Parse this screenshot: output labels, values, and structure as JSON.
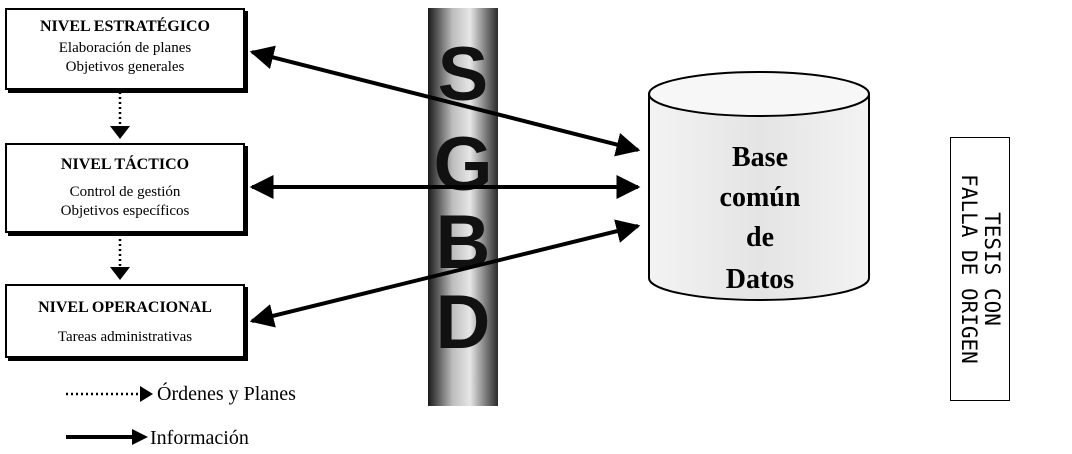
{
  "boxes": {
    "strategic": {
      "title": "NIVEL ESTRATÉGICO",
      "lines": [
        "Elaboración de planes",
        "Objetivos generales"
      ]
    },
    "tactical": {
      "title": "NIVEL TÁCTICO",
      "lines": [
        "Control de gestión",
        "Objetivos específicos"
      ]
    },
    "operational": {
      "title": "NIVEL OPERACIONAL",
      "lines": [
        "Tareas administrativas"
      ]
    }
  },
  "sgbd": {
    "letters": [
      "S",
      "G",
      "B",
      "D"
    ]
  },
  "database": {
    "lines": [
      "Base",
      "común",
      "de",
      "Datos"
    ]
  },
  "legend": {
    "orders": "Órdenes y Planes",
    "information": "Información"
  },
  "stamp": {
    "lines": [
      "TESIS CON",
      "FALLA DE ORIGEN"
    ]
  }
}
